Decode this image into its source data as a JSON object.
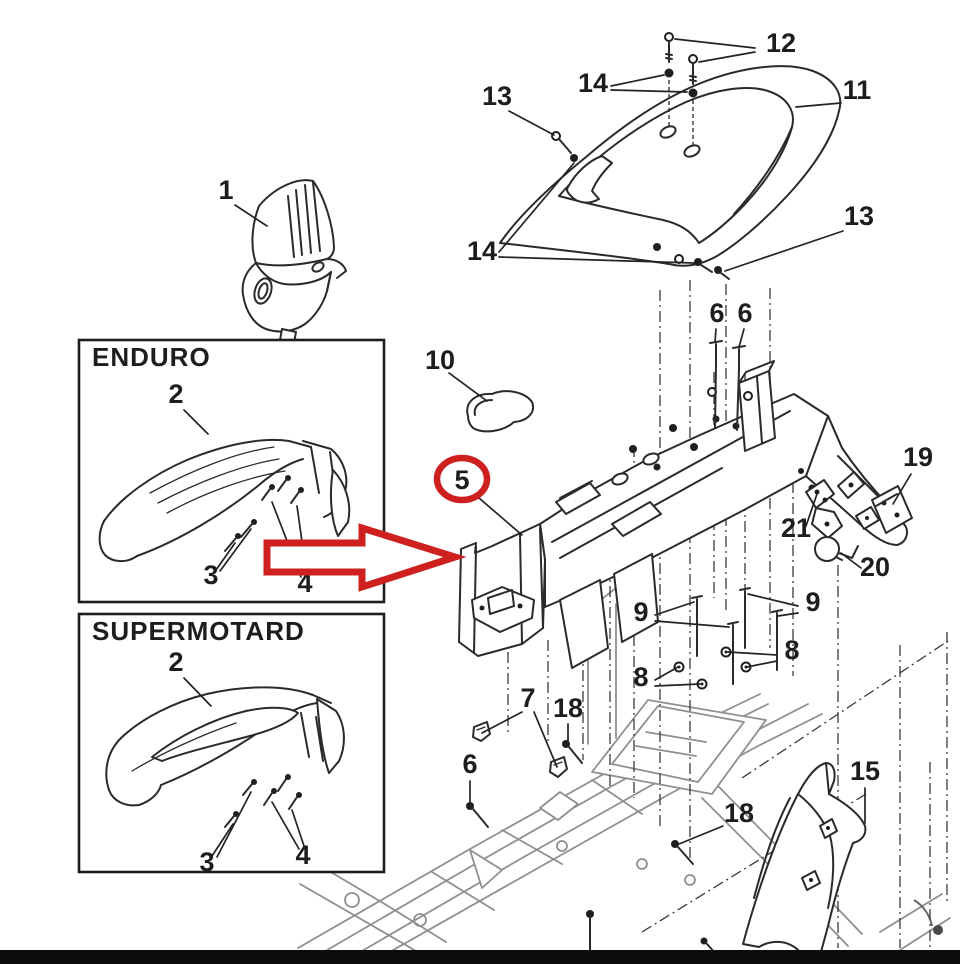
{
  "diagram": {
    "kind": "motorcycle-fender-exploded-parts-diagram",
    "colors": {
      "background": "#ffffff",
      "line": "#2a2a2a",
      "frame_ghost_gray": "#8f8f8f",
      "accent_red": "#cf2020",
      "footer_bar": "#0c0c0c"
    },
    "highlight": {
      "circled_part": "5",
      "arrow_target_part": "5"
    }
  },
  "panels": {
    "enduro": {
      "title": "ENDURO"
    },
    "supermotard": {
      "title": "SUPERMOTARD"
    }
  },
  "labels": {
    "p1": "1",
    "p2e": "2",
    "p3e": "3",
    "p4e": "4",
    "p2s": "2",
    "p3s": "3",
    "p4s": "4",
    "p5": "5",
    "p6a": "6",
    "p6b": "6",
    "p6c": "6",
    "p7": "7",
    "p8a": "8",
    "p8b": "8",
    "p9a": "9",
    "p9b": "9",
    "p10": "10",
    "p11": "11",
    "p12": "12",
    "p13a": "13",
    "p13b": "13",
    "p14a": "14",
    "p14b": "14",
    "p15": "15",
    "p18a": "18",
    "p18b": "18",
    "p19": "19",
    "p20": "20",
    "p21": "21"
  }
}
